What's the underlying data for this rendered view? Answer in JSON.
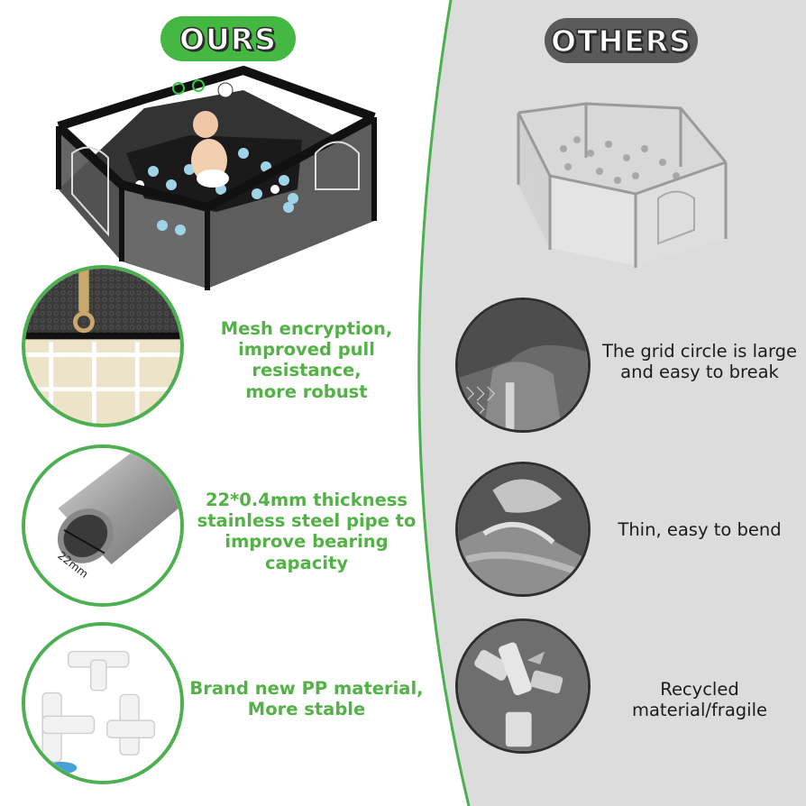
{
  "ours": {
    "badge": "OURS",
    "features": [
      {
        "text": "Mesh encryption, improved pull resistance, more robust",
        "lines": [
          "Mesh encryption,",
          "improved pull resistance,",
          "more robust"
        ]
      },
      {
        "text": "22*0.4mm thickness stainless steel pipe to improve bearing capacity",
        "lines": [
          "22*0.4mm thickness",
          "stainless steel pipe to",
          "improve bearing capacity"
        ]
      },
      {
        "text": "Brand new PP material, More stable",
        "lines": [
          "Brand new PP material,",
          "More stable"
        ]
      }
    ],
    "pipe_label": "22mm"
  },
  "others": {
    "badge": "OTHERS",
    "features": [
      {
        "text": "The grid circle is large and easy to break",
        "lines": [
          "The grid circle is large",
          "and easy to break"
        ]
      },
      {
        "text": "Thin, easy to bend",
        "lines": [
          "Thin, easy to bend"
        ]
      },
      {
        "text": "Recycled material/fragile",
        "lines": [
          "Recycled",
          "material/fragile"
        ]
      }
    ]
  },
  "colors": {
    "green_accent": "#45b743",
    "green_text": "#52b246",
    "grey_badge": "#5a5a5a",
    "right_panel": "#dcdcdc"
  }
}
